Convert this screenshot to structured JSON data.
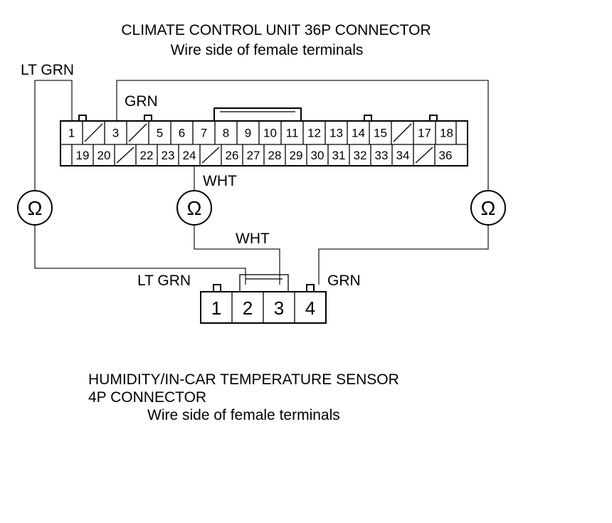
{
  "unit_connector": {
    "title": "CLIMATE CONTROL UNIT 36P CONNECTOR",
    "subtitle": "Wire side of female terminals",
    "top_row": [
      "1",
      "",
      "3",
      "",
      "5",
      "6",
      "7",
      "8",
      "9",
      "10",
      "11",
      "12",
      "13",
      "14",
      "15",
      "",
      "17",
      "18"
    ],
    "bottom_row": [
      "",
      "19",
      "20",
      "",
      "22",
      "23",
      "24",
      "",
      "26",
      "27",
      "28",
      "29",
      "30",
      "31",
      "32",
      "33",
      "34",
      "",
      "36"
    ]
  },
  "sensor_connector": {
    "title_line1": "HUMIDITY/IN-CAR TEMPERATURE SENSOR",
    "title_line2": "4P CONNECTOR",
    "subtitle": "Wire side of female terminals",
    "terminals": [
      "1",
      "2",
      "3",
      "4"
    ]
  },
  "wire_labels": {
    "lt_grn_top": "LT GRN",
    "grn_top": "GRN",
    "wht_top": "WHT",
    "wht_bottom": "WHT",
    "lt_grn_bottom": "LT GRN",
    "grn_bottom": "GRN"
  },
  "meters": {
    "symbol": "Ω"
  }
}
